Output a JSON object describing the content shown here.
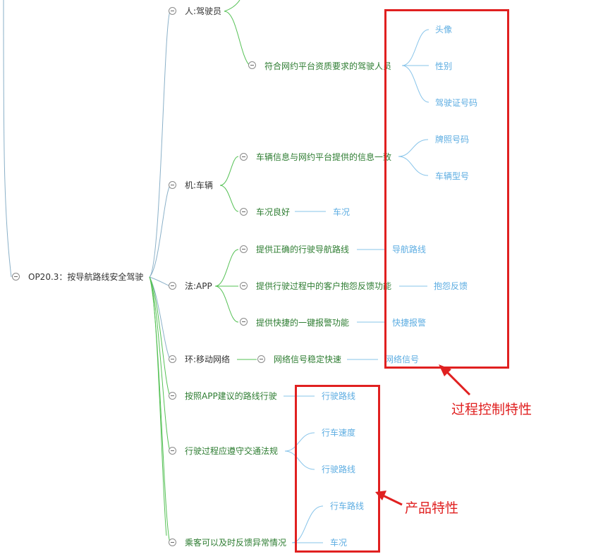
{
  "root": {
    "label": "OP20.3：按导航路线安全驾驶"
  },
  "branches": {
    "person": {
      "label": "人:驾驶员"
    },
    "driver_req": {
      "label": "符合网约平台资质要求的驾驶人员"
    },
    "driver_leaves": [
      "头像",
      "性别",
      "驾驶证号码"
    ],
    "machine": {
      "label": "机:车辆"
    },
    "vehicle_info": {
      "label": "车辆信息与网约平台提供的信息一致"
    },
    "vehicle_leaves": [
      "牌照号码",
      "车辆型号"
    ],
    "vehicle_cond": {
      "label": "车况良好",
      "leaf": "车况"
    },
    "method": {
      "label": "法:APP"
    },
    "app_items": [
      {
        "label": "提供正确的行驶导航路线",
        "leaf": "导航路线"
      },
      {
        "label": "提供行驶过程中的客户抱怨反馈功能",
        "leaf": "抱怨反馈"
      },
      {
        "label": "提供快捷的一键报警功能",
        "leaf": "快捷报警"
      }
    ],
    "env": {
      "label": "环:移动网络"
    },
    "net_item": {
      "label": "网络信号稳定快速",
      "leaf": "网络信号"
    },
    "follow_route": {
      "label": "按照APP建议的路线行驶",
      "leaf": "行驶路线"
    },
    "traffic_rules": {
      "label": "行驶过程应遵守交通法规",
      "leaves": [
        "行车速度",
        "行驶路线"
      ]
    },
    "passenger": {
      "label": "乘客可以及时反馈异常情况",
      "leaves": [
        "行车路线",
        "车况"
      ]
    }
  },
  "annotations": {
    "process": "过程控制特性",
    "product": "产品特性"
  },
  "colors": {
    "line_blue": "#8ab0c8",
    "line_green": "#55c155",
    "line_leaf": "#87c4ea",
    "text_green": "#2e7d32",
    "text_leaf": "#5dade2",
    "annotation_red": "#e02020"
  }
}
